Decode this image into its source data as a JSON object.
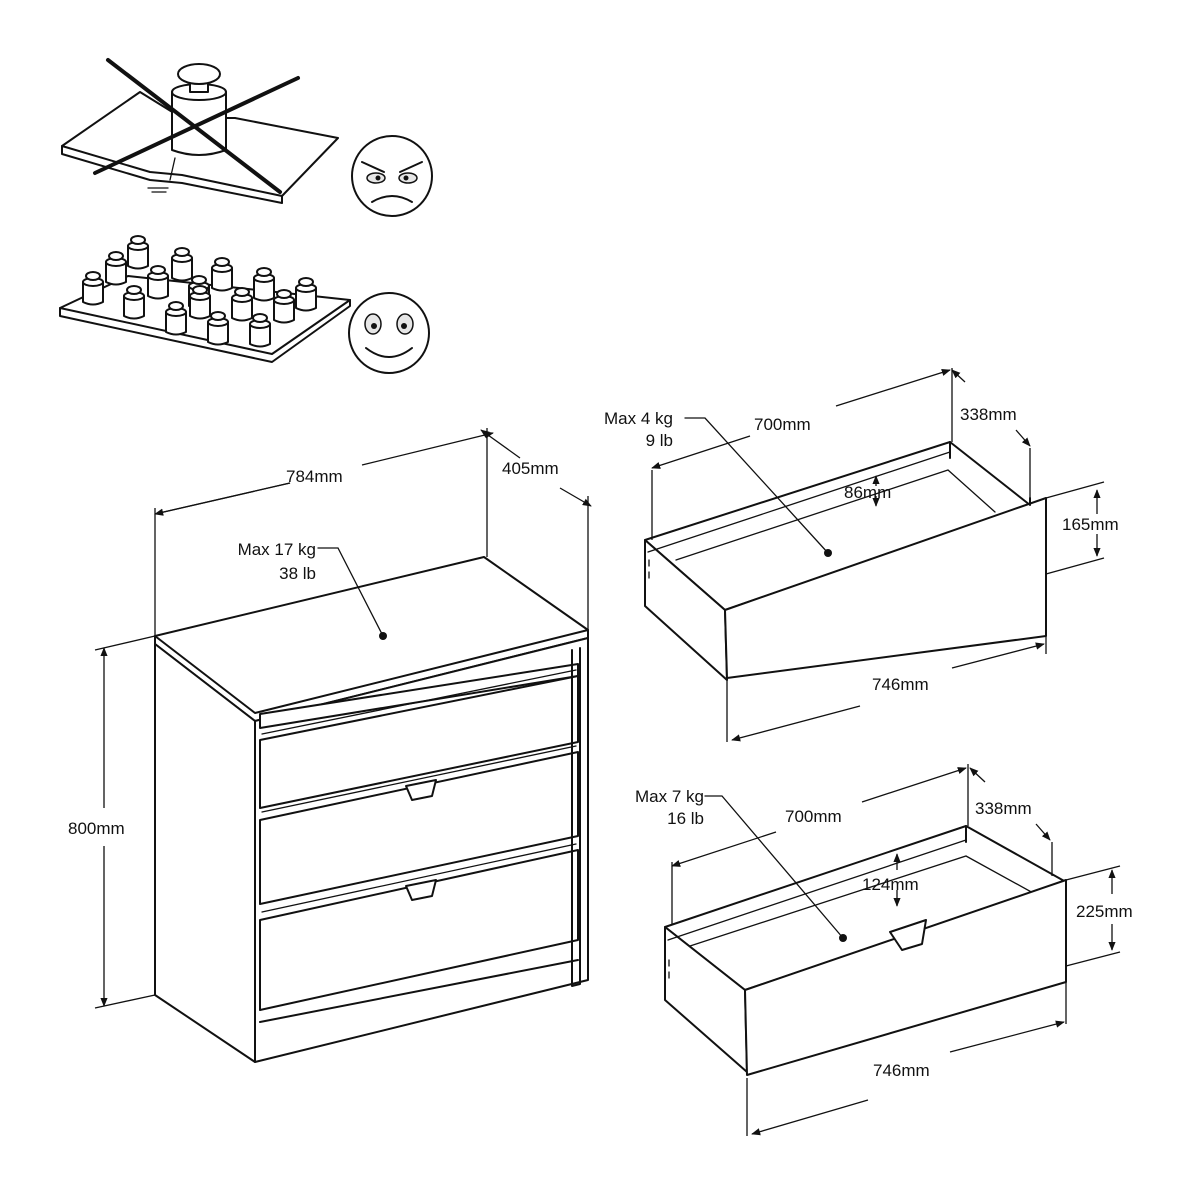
{
  "chest": {
    "width": "784mm",
    "depth": "405mm",
    "height": "800mm",
    "load_kg": "Max 17 kg",
    "load_lb": "38 lb"
  },
  "drawer_small": {
    "inner_width": "700mm",
    "depth": "338mm",
    "inner_height": "86mm",
    "front_height": "165mm",
    "front_width": "746mm",
    "load_kg": "Max 4 kg",
    "load_lb": "9 lb"
  },
  "drawer_large": {
    "inner_width": "700mm",
    "depth": "338mm",
    "inner_height": "124mm",
    "front_height": "225mm",
    "front_width": "746mm",
    "load_kg": "Max 7 kg",
    "load_lb": "16 lb"
  },
  "warnings": {
    "bad_example_icon": "angry-face-icon",
    "good_example_icon": "happy-face-icon"
  }
}
